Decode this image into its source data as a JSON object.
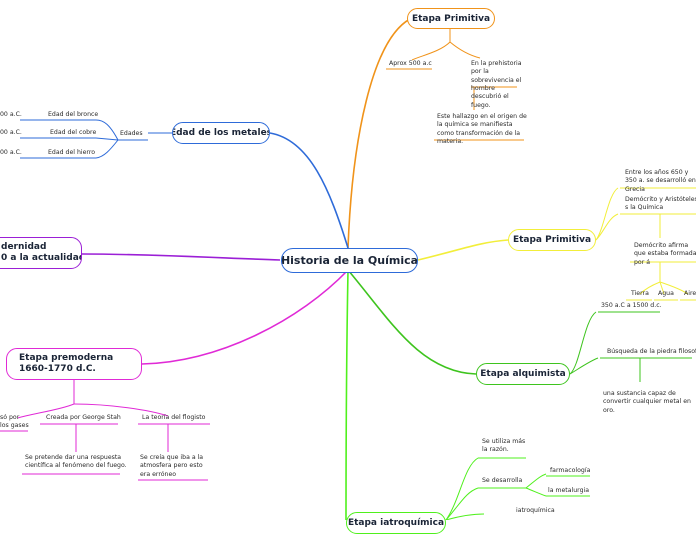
{
  "center": "Historia de la Química",
  "branches": {
    "etapa_primitiva_top": {
      "title": "Etapa Primitiva",
      "date": "Aprox 500 a.c",
      "text1": "En la prehistoria por la sobrevivencia el hombre descubrió el fuego.",
      "text2": "Este hallazgo en el origen de la química se manifiesta como transformación de la materia."
    },
    "edad_metales": {
      "title": "Edad de los metales",
      "edades_label": "Edades",
      "items": [
        {
          "date": "00 a.C.",
          "label": "Edad del bronce"
        },
        {
          "date": "00 a.C.",
          "label": "Edad del cobre"
        },
        {
          "date": "00 a.C.",
          "label": "Edad del hierro"
        }
      ]
    },
    "modernidad": {
      "title_line1": "dernidad",
      "title_line2": "0 a la actualidad"
    },
    "etapa_premoderna": {
      "title_line1": "Etapa premoderna",
      "title_line2": "1660-1770 d.C.",
      "sub_left_1": "só por",
      "sub_left_2": " los gases",
      "sub_mid": "Creada por George Stah",
      "sub_mid_desc": "Se pretende dar una respuesta científica al fenómeno del fuego.",
      "sub_right": "La teoría del flogisto",
      "sub_right_desc": "Se creía que iba a la atmosfera pero esto era erróneo"
    },
    "etapa_primitiva_right": {
      "title": "Etapa Primitiva",
      "text1": "Entre los años 650 y 350 a. se desarrolló en Grecia",
      "text2": "Demócrito y Aristóteles s la Química",
      "text3": "Demócrito afirma que estaba formada por á",
      "elements": [
        "Tierra",
        "Agua",
        "Aire"
      ]
    },
    "etapa_alquimista": {
      "title": "Etapa alquimista",
      "date": "350 a.C a 1500 d.c.",
      "text1": "Búsqueda de la piedra filosofal",
      "text2": "una sustancia capaz de convertir cualquier metal en oro."
    },
    "etapa_iatroquimica": {
      "title": "Etapa iatroquímica",
      "text1": "Se utiliza más la razón.",
      "text2": "Se desarrolla",
      "sub1": "farmacología",
      "sub2": "la metalurgia",
      "text3": "iatroquímica"
    }
  },
  "colors": {
    "center": "#2e6bd9",
    "orange": "#f0931a",
    "blue": "#2e6bd9",
    "purple": "#9b1fd6",
    "magenta": "#e02ad6",
    "yellow": "#f2ee3a",
    "green": "#3ec41e",
    "bright_green": "#4ff01c"
  }
}
